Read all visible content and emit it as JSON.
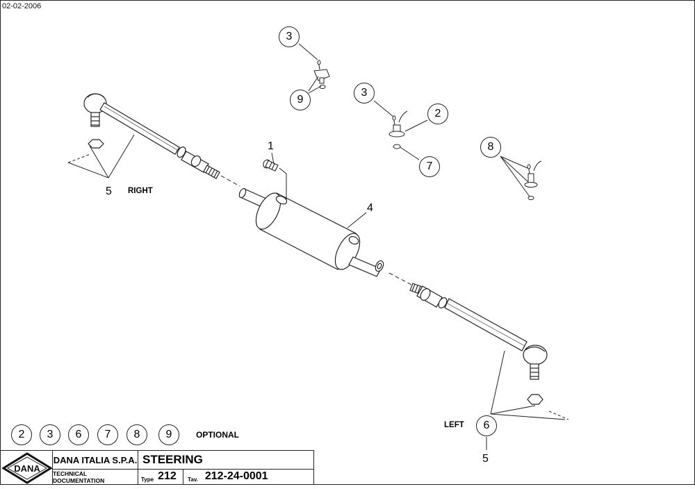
{
  "header": {
    "date": "02-02-2006"
  },
  "callouts": [
    {
      "id": "c1",
      "label": "1"
    },
    {
      "id": "c2",
      "label": "2"
    },
    {
      "id": "c3a",
      "label": "3"
    },
    {
      "id": "c3b",
      "label": "3"
    },
    {
      "id": "c4",
      "label": "4"
    },
    {
      "id": "c5a",
      "label": "5"
    },
    {
      "id": "c5b",
      "label": "5"
    },
    {
      "id": "c6",
      "label": "6"
    },
    {
      "id": "c7",
      "label": "7"
    },
    {
      "id": "c8",
      "label": "8"
    },
    {
      "id": "c9",
      "label": "9"
    }
  ],
  "side_labels": {
    "right": "RIGHT",
    "left": "LEFT"
  },
  "optional": {
    "items": [
      "2",
      "3",
      "6",
      "7",
      "8",
      "9"
    ],
    "label": "OPTIONAL"
  },
  "title_block": {
    "logo": "DANA",
    "company": "DANA ITALIA S.P.A.",
    "subtitle": "TECHNICAL  DOCUMENTATION",
    "title": "STEERING",
    "type_label": "Type",
    "type_value": "212",
    "tav_label": "Tav.",
    "tav_value": "212-24-0001"
  }
}
